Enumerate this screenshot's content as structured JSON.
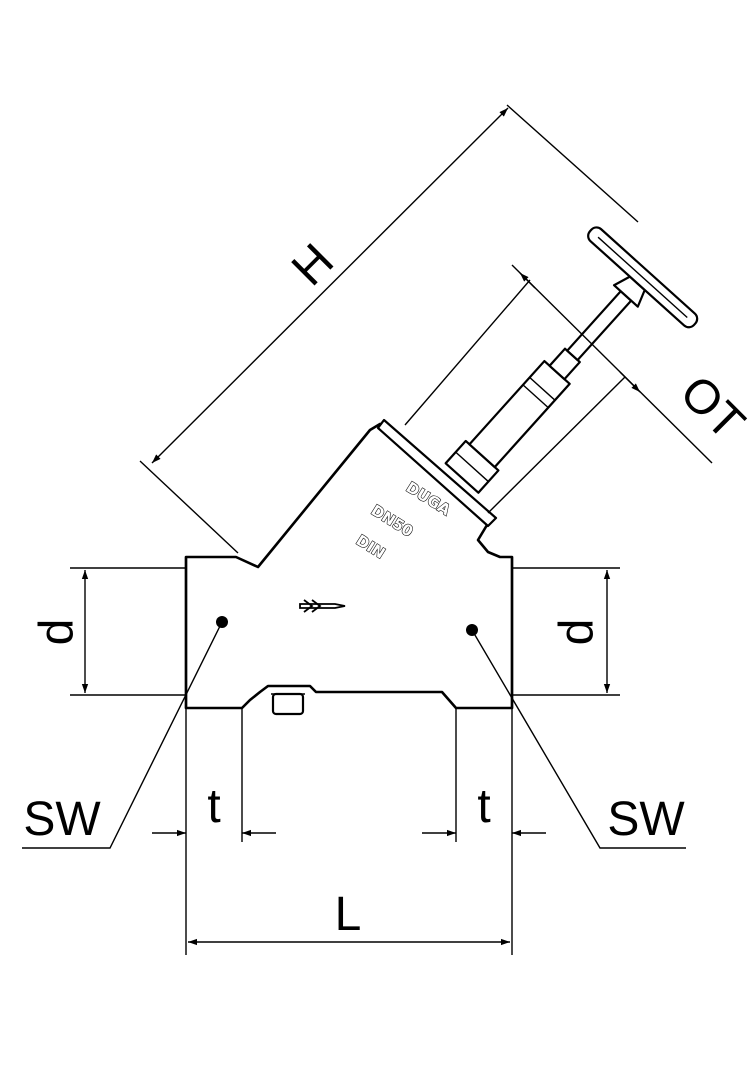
{
  "dimensions": {
    "H": "H",
    "OT": "OT",
    "d_left": "d",
    "d_right": "d",
    "sw_left": "SW",
    "sw_right": "SW",
    "t_left": "t",
    "t_right": "t",
    "L": "L"
  },
  "body_marking": {
    "line1": "DUGA",
    "line2": "DN50",
    "line3": "DIN"
  }
}
